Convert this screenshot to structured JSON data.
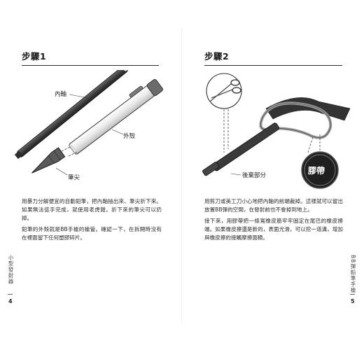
{
  "left_page": {
    "step_title": "步驟1",
    "labels": {
      "inner_tube": "內軸",
      "outer_shell": "外殼",
      "pen_tip": "筆尖"
    },
    "paragraphs": [
      "用暴力分解便宜的自動鉛筆，把內軸抽出來、筆尖折下來。如果無法徒手完成，就使用老虎鉗。折下來的筆尖可以扔掉。",
      "鉛筆的外殼就是BB手槍的槍管。確認一下，在拆開時沒有在裡面留下任何塑膠碎片。"
    ],
    "side_title": "小型發射器",
    "page_number": "4"
  },
  "right_page": {
    "step_title": "步驟2",
    "labels": {
      "front_part": "後棄部分",
      "tape_badge": "膠帶"
    },
    "paragraphs": [
      "用剪刀或美工刀小心地把內軸的前端裁掉。這樣就可以留出放置BB彈的空間，在發射前也不會掉到地上。",
      "接下來，用膠帶把一條寬橡皮筋牢牢固定在尾巴的橡皮擦端。如果橡皮擦還是新的，表面光滑，可以挖一道溝，增加與橡皮擦的接觸摩擦面積。"
    ],
    "side_title": "BB彈鉛筆手槍",
    "page_number": "5"
  }
}
